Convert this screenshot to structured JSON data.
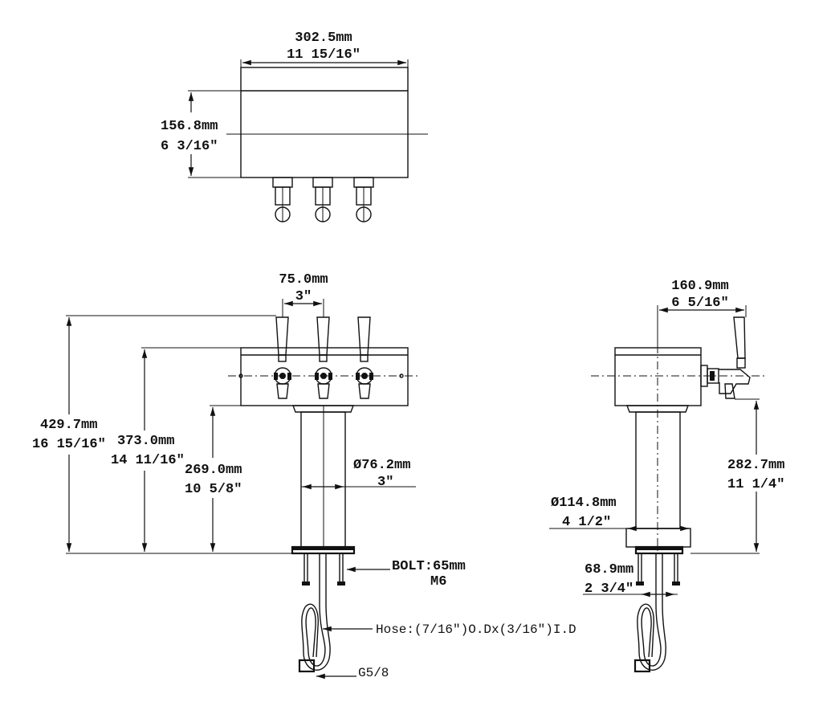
{
  "top_view": {
    "width_mm": "302.5mm",
    "width_in": "11 15/16″",
    "depth_mm": "156.8mm",
    "depth_in": "6 3/16″"
  },
  "front_view": {
    "tap_spacing_mm": "75.0mm",
    "tap_spacing_in": "3″",
    "total_height_mm": "429.7mm",
    "total_height_in": "16 15/16″",
    "body_height_mm": "373.0mm",
    "body_height_in": "14 11/16″",
    "column_height_mm": "269.0mm",
    "column_height_in": "10 5/8″",
    "column_diameter_mm": "Ø76.2mm",
    "column_diameter_in": "3″",
    "bolt_label": "BOLT:65mm",
    "bolt_size": "M6",
    "hose_label": "Hose:(7/16″)O.Dx(3/16″)I.D",
    "fitting_label": "G5/8"
  },
  "side_view": {
    "depth_mm": "160.9mm",
    "depth_in": "6 5/16″",
    "spout_height_mm": "282.7mm",
    "spout_height_in": "11 1/4″",
    "base_diameter_mm": "Ø114.8mm",
    "base_diameter_in": "4 1/2″",
    "bolt_spacing_mm": "68.9mm",
    "bolt_spacing_in": "2 3/4″"
  }
}
